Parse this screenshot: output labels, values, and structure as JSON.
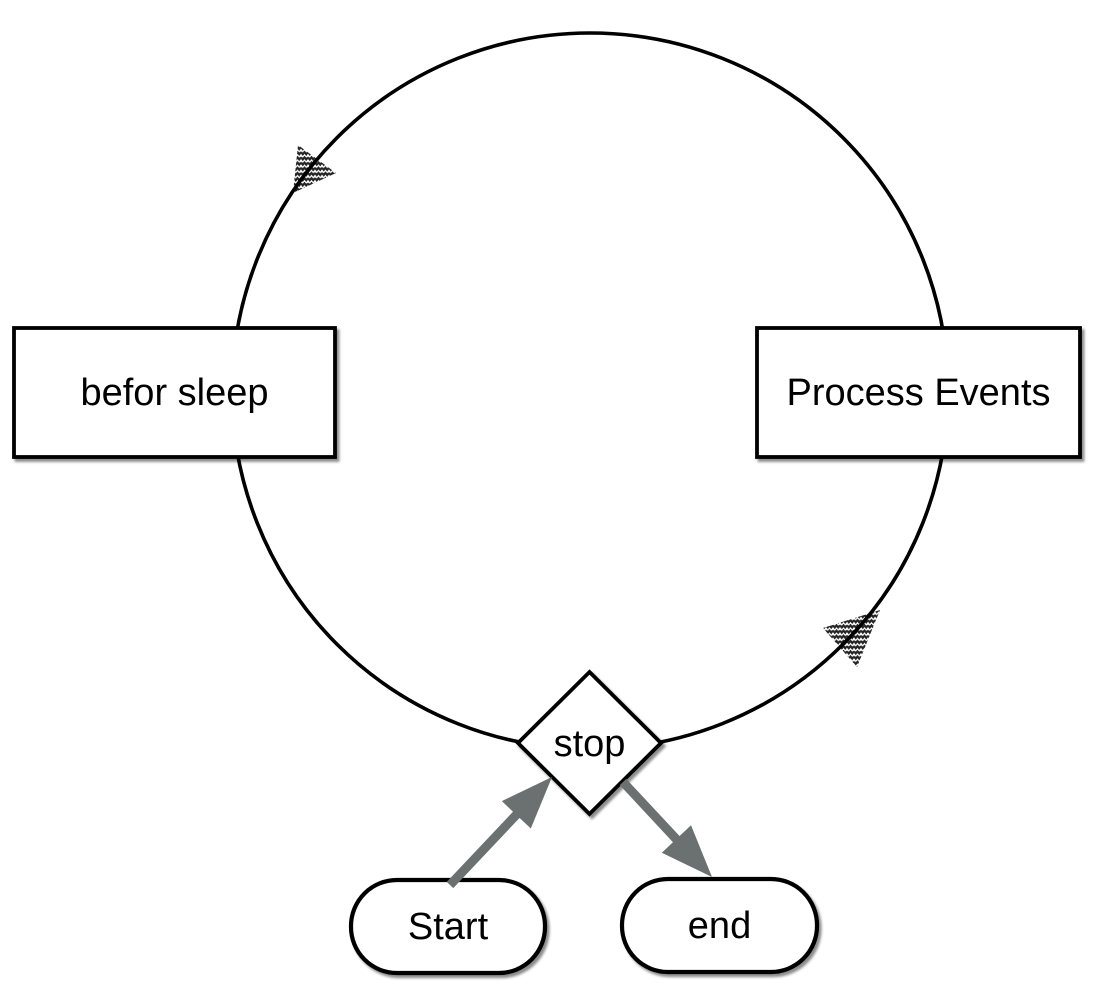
{
  "diagram": {
    "title": "event loop flowchart",
    "background": "#ffffff",
    "colors": {
      "stroke": "#000000",
      "shape_fill": "#ffffff",
      "text": "#000000",
      "arrow": "#6b7071",
      "hatch": "#242424"
    },
    "nodes": {
      "start": {
        "label": "Start",
        "shape": "rounded-rectangle"
      },
      "stop": {
        "label": "stop",
        "shape": "diamond"
      },
      "end": {
        "label": "end",
        "shape": "rounded-rectangle"
      },
      "before_sleep": {
        "label": "befor sleep",
        "shape": "rectangle"
      },
      "process_events": {
        "label": "Process Events",
        "shape": "rectangle"
      }
    },
    "edges": [
      {
        "from": "Start",
        "to": "stop",
        "style": "gray-arrow"
      },
      {
        "from": "stop",
        "to": "end",
        "style": "gray-arrow"
      },
      {
        "from": "stop",
        "to": "Process Events",
        "style": "loop-arc",
        "arrowhead": "hatched-triangle"
      },
      {
        "from": "Process Events",
        "to": "befor sleep",
        "style": "loop-arc",
        "arrowhead": "hatched-triangle"
      }
    ],
    "loop_direction": "counterclockwise"
  }
}
